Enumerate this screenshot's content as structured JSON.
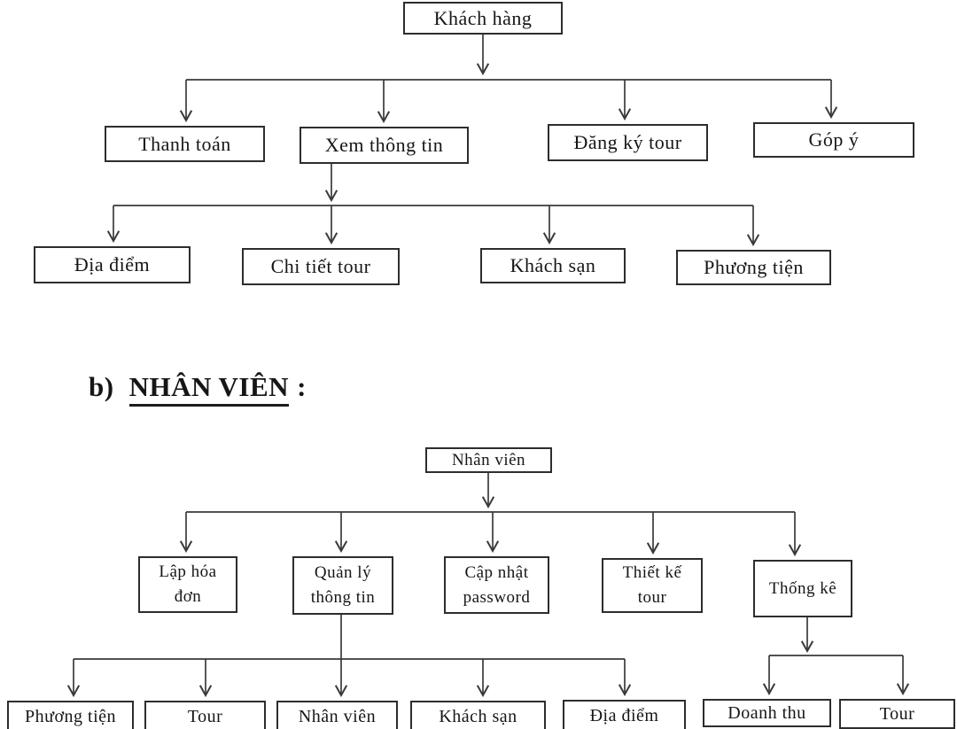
{
  "colors": {
    "background": "#ffffff",
    "line": "#3a3a3a",
    "box_border": "#2d2d2d",
    "text": "#161616"
  },
  "customer_diagram": {
    "root": "Khách hàng",
    "children": [
      "Thanh toán",
      "Xem thông tin",
      "Đăng ký tour",
      "Góp ý"
    ],
    "view_info_children": [
      "Địa điểm",
      "Chi tiết tour",
      "Khách sạn",
      "Phương tiện"
    ]
  },
  "heading": {
    "prefix": "b)",
    "title": "NHÂN VIÊN",
    "suffix": ":"
  },
  "staff_diagram": {
    "root": "Nhân viên",
    "children": [
      {
        "lines": [
          "Lập hóa",
          "đơn"
        ]
      },
      {
        "lines": [
          "Quản lý",
          "thông tin"
        ]
      },
      {
        "lines": [
          "Cập nhật",
          "password"
        ]
      },
      {
        "lines": [
          "Thiết kế",
          "tour"
        ]
      },
      {
        "lines": [
          "Thống kê"
        ]
      }
    ],
    "manage_children": [
      "Phương tiện",
      "Tour",
      "Nhân viên",
      "Khách sạn",
      "Địa điểm"
    ],
    "stats_children": [
      "Doanh thu",
      "Tour"
    ]
  }
}
